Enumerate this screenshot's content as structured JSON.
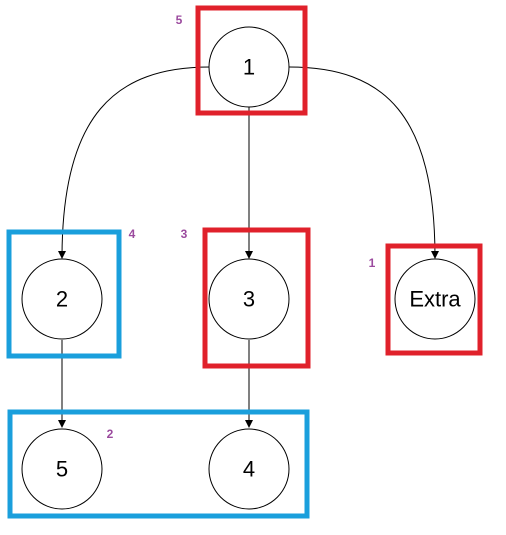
{
  "colors": {
    "red_box": "#e0212b",
    "blue_box": "#1a9fdc",
    "box_label": "#9b4a9e",
    "node_stroke": "#000000",
    "edge": "#000000"
  },
  "nodes": {
    "n1": {
      "label": "1"
    },
    "n2": {
      "label": "2"
    },
    "n3": {
      "label": "3"
    },
    "nextra": {
      "label": "Extra"
    },
    "n5": {
      "label": "5"
    },
    "n4": {
      "label": "4"
    }
  },
  "boxes": {
    "box_top": {
      "color": "red",
      "label": "5"
    },
    "box_left": {
      "color": "blue",
      "label": "4"
    },
    "box_middle": {
      "color": "red",
      "label": "3"
    },
    "box_extra": {
      "color": "red",
      "label": "1"
    },
    "box_bottom": {
      "color": "blue",
      "label": "2"
    }
  },
  "edges": [
    {
      "from": "1",
      "to": "2"
    },
    {
      "from": "1",
      "to": "3"
    },
    {
      "from": "1",
      "to": "Extra"
    },
    {
      "from": "2",
      "to": "5"
    },
    {
      "from": "3",
      "to": "4"
    }
  ]
}
